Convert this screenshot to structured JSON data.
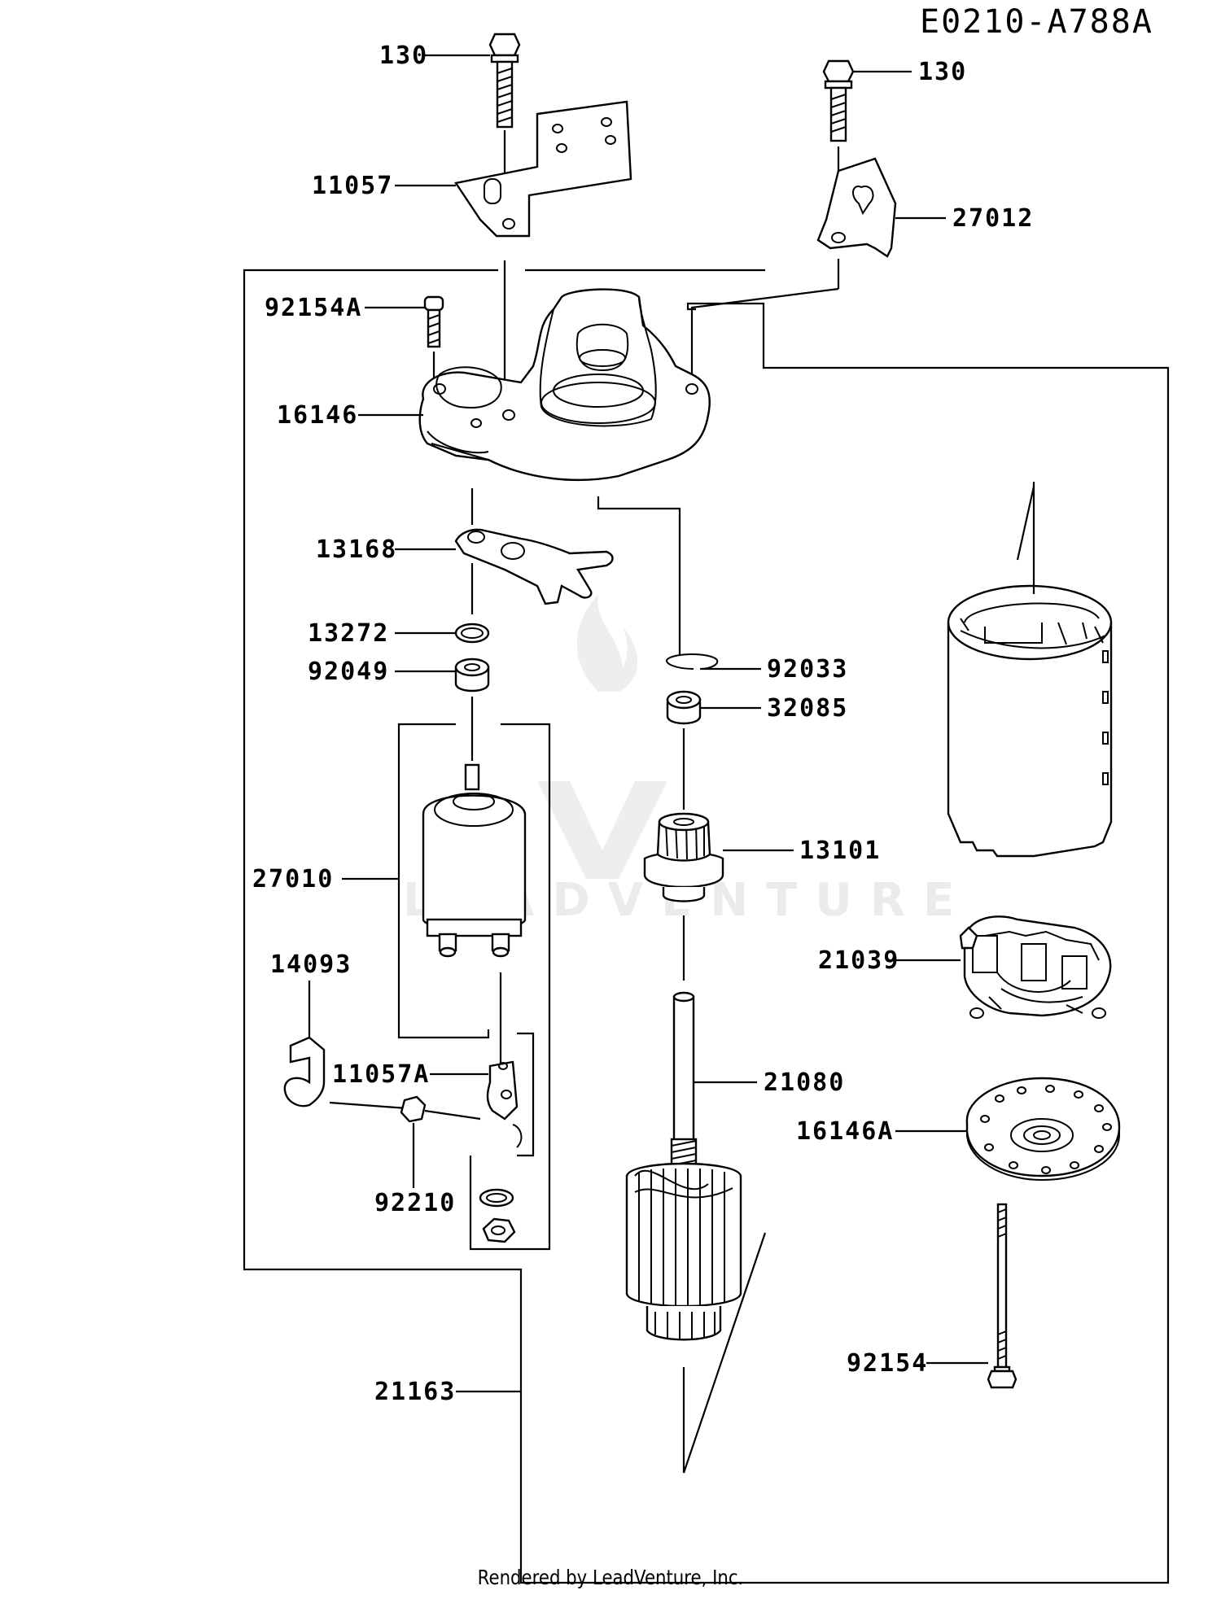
{
  "diagram_code": "E0210-A788A",
  "footer_text": "Rendered by LeadVenture, Inc.",
  "watermark": "LEADVENTURE",
  "part_labels": {
    "bolt_top_left": "130",
    "bolt_top_right": "130",
    "bracket": "11057",
    "plate": "27012",
    "screw_a": "92154A",
    "housing": "16146",
    "lever": "13168",
    "washer": "13272",
    "seal": "92049",
    "solenoid": "27010",
    "plate_small": "14093",
    "bracket_a": "11057A",
    "nut": "92210",
    "assembly": "21163",
    "snap_ring": "92033",
    "collar": "32085",
    "pinion": "13101",
    "brush_holder": "21039",
    "armature": "21080",
    "end_cover": "16146A",
    "through_bolt": "92154"
  }
}
